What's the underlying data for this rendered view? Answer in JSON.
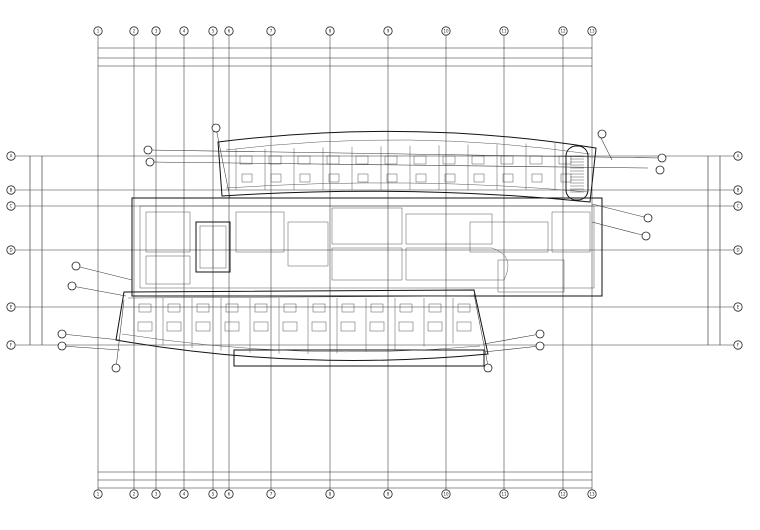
{
  "drawing": {
    "title": "",
    "grid_columns": [
      "1",
      "2",
      "3",
      "4",
      "5",
      "6",
      "7",
      "8",
      "9",
      "10",
      "11",
      "12",
      "13"
    ],
    "grid_rows": [
      "A",
      "B",
      "C",
      "D",
      "E",
      "F"
    ],
    "wall_color": "#111111",
    "grid_color": "#333333",
    "background": "#ffffff"
  }
}
